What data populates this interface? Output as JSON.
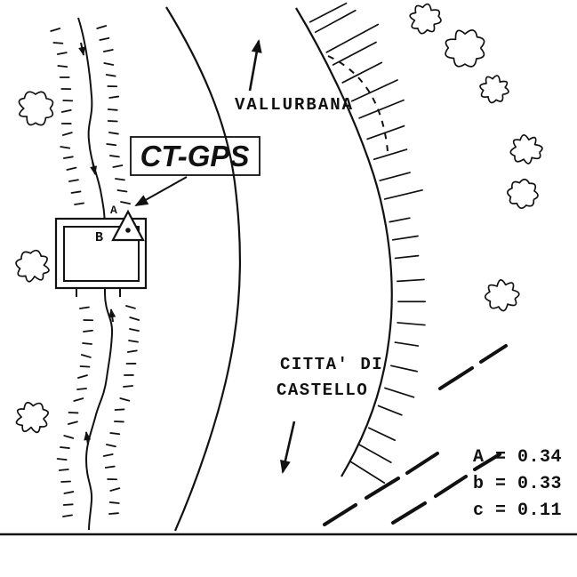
{
  "figure": {
    "colors": {
      "ink": "#111111",
      "background": "#ffffff"
    },
    "station": {
      "box_label": "CT-GPS",
      "point_a": "A",
      "point_b": "B"
    },
    "places": {
      "north": "VALLURBANA",
      "south_line1": "CITTA' DI",
      "south_line2": "CASTELLO"
    },
    "values": [
      "A = 0.34",
      "b = 0.33",
      "c = 0.11"
    ]
  }
}
